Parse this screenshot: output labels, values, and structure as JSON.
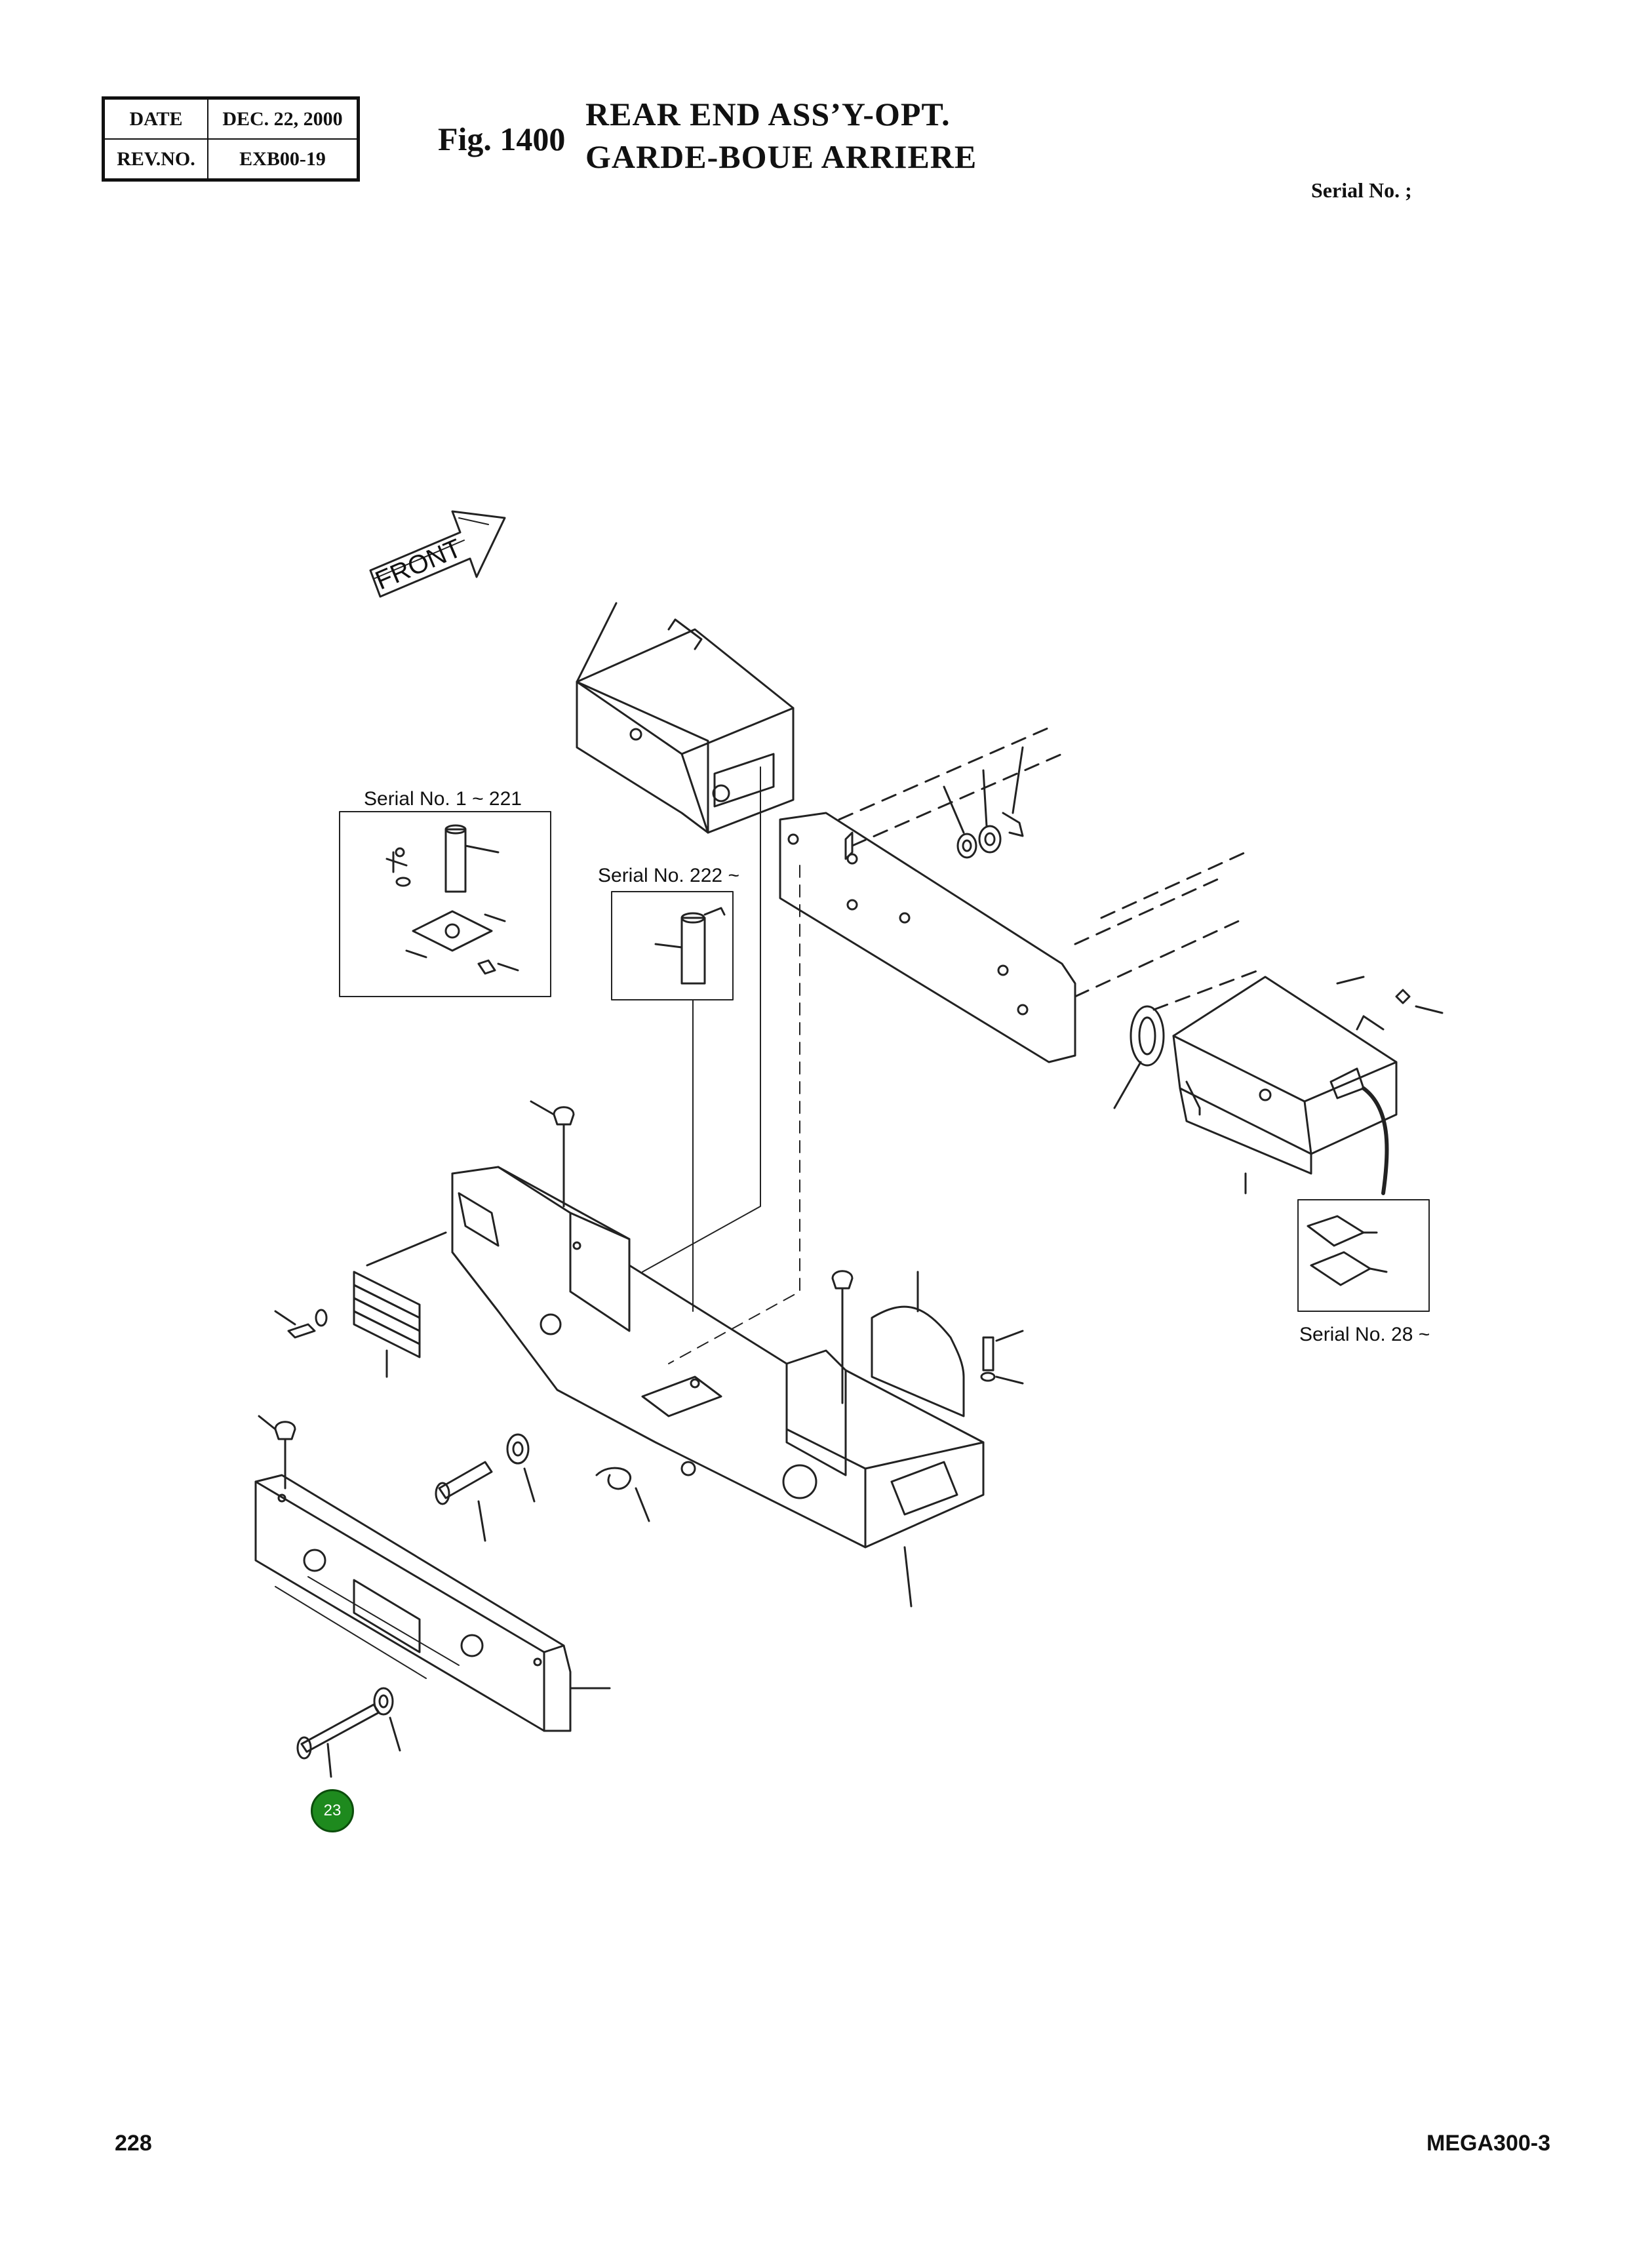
{
  "revision": {
    "date_label": "DATE",
    "date_value": "DEC. 22, 2000",
    "rev_label": "REV.NO.",
    "rev_value": "EXB00-19"
  },
  "figure": {
    "number": "Fig. 1400",
    "title_en": "REAR END ASS’Y-OPT.",
    "title_fr": "GARDE-BOUE ARRIERE",
    "serial_header": "Serial No. ;"
  },
  "diagram": {
    "front_label": "FRONT",
    "inset_1_caption": "Serial No. 1 ~ 221",
    "inset_2_caption": "Serial No. 222 ~",
    "inset_3_caption": "Serial No. 28 ~",
    "callout": "23"
  },
  "footer": {
    "page_number": "228",
    "model": "MEGA300-3"
  }
}
